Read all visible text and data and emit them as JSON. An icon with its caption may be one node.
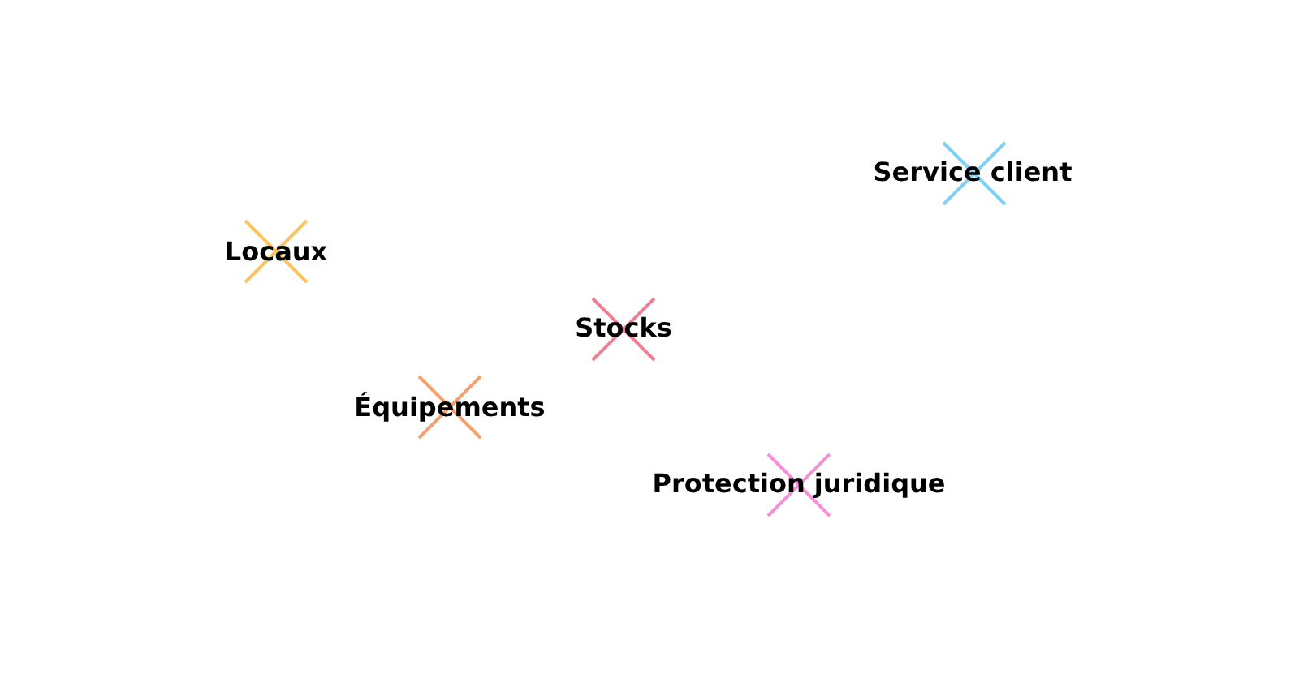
{
  "diagram": {
    "labels": [
      "Service client",
      "Locaux",
      "Stocks",
      "Équipements",
      "Protection juridique"
    ]
  }
}
